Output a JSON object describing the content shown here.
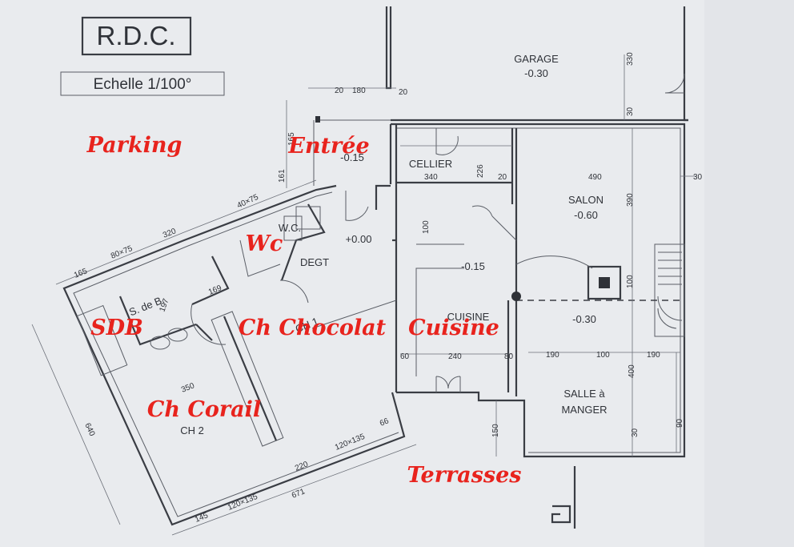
{
  "title_block": {
    "floor": "R.D.C.",
    "scale": "Echelle 1/100°"
  },
  "plan_labels": {
    "garage": "GARAGE",
    "garage_level": "-0.30",
    "cellier": "CELLIER",
    "salon": "SALON",
    "salon_level": "-0.60",
    "salon_level_2": "-0.30",
    "salle_a_manger_1": "SALLE à",
    "salle_a_manger_2": "MANGER",
    "cuisine": "CUISINE",
    "cuisine_level": "-0.15",
    "entree_level": "-0.15",
    "degt": "DEGT",
    "degt_level": "+0.00",
    "wc": "W.C.",
    "sdb": "S. de B.",
    "ch1": "CH 1",
    "ch2": "CH 2"
  },
  "annotations": {
    "parking": "Parking",
    "entree": "Entrée",
    "wc": "Wc",
    "sdb": "SDB",
    "ch_chocolat": "Ch Chocolat",
    "cuisine": "Cuisine",
    "ch_corail": "Ch Corail",
    "terrasses": "Terrasses"
  },
  "dimensions": {
    "d20a": "20",
    "d180": "180",
    "d20b": "20",
    "d330": "330",
    "d30a": "30",
    "d165a": "165",
    "d161": "161",
    "d40x75": "40×75",
    "d320": "320",
    "d80x75": "80×75",
    "d165b": "165",
    "d340": "340",
    "d226": "226",
    "d20c": "20",
    "d490": "490",
    "d30b": "30",
    "d390": "390",
    "d100a": "100",
    "d100b": "100",
    "d197": "197",
    "d169": "169",
    "d60": "60",
    "d240": "240",
    "d80": "80",
    "d190a": "190",
    "d100c": "100",
    "d190b": "190",
    "d400": "400",
    "d350": "350",
    "d640": "640",
    "d66": "66",
    "d120x135a": "120×135",
    "d220": "220",
    "d150": "150",
    "d30c": "30",
    "d90": "90",
    "d145": "145",
    "d120x135b": "120×135",
    "d671": "671"
  }
}
